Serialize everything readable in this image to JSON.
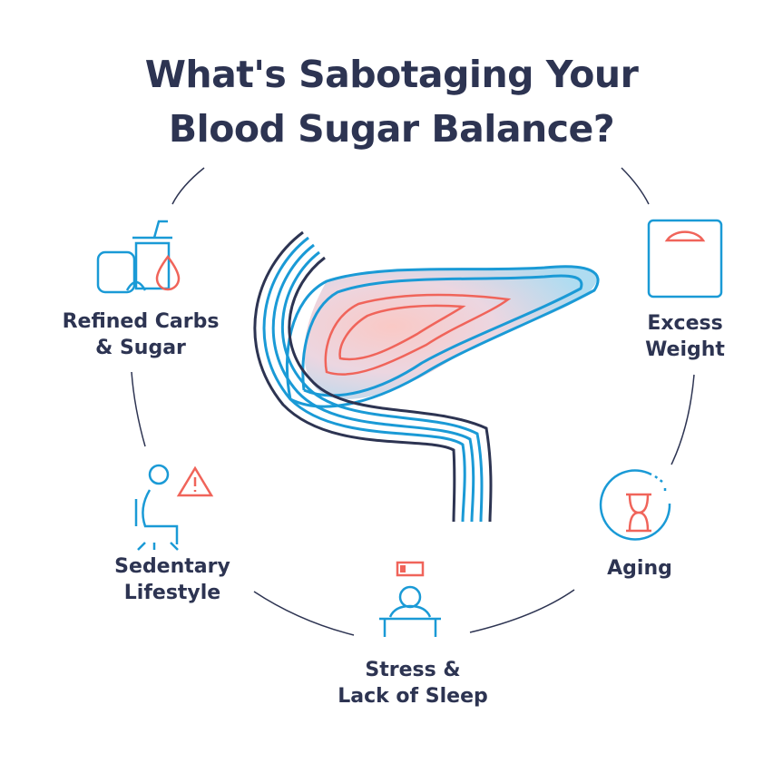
{
  "title": {
    "line1": "What's Sabotaging Your",
    "line2": "Blood Sugar Balance?"
  },
  "factors": [
    {
      "line1": "Refined Carbs",
      "line2": "& Sugar",
      "icon": "food-drink-sugar-icon"
    },
    {
      "line1": "Excess",
      "line2": "Weight",
      "icon": "scale-icon"
    },
    {
      "line1": "Sedentary",
      "line2": "Lifestyle",
      "icon": "sitting-person-warning-icon"
    },
    {
      "line1": "Aging",
      "line2": "",
      "icon": "hourglass-icon"
    },
    {
      "line1": "Stress &",
      "line2": "Lack of Sleep",
      "icon": "tired-person-low-battery-icon"
    }
  ],
  "colors": {
    "navy": "#2d3452",
    "blue": "#1a9ad6",
    "red": "#f0645a"
  }
}
